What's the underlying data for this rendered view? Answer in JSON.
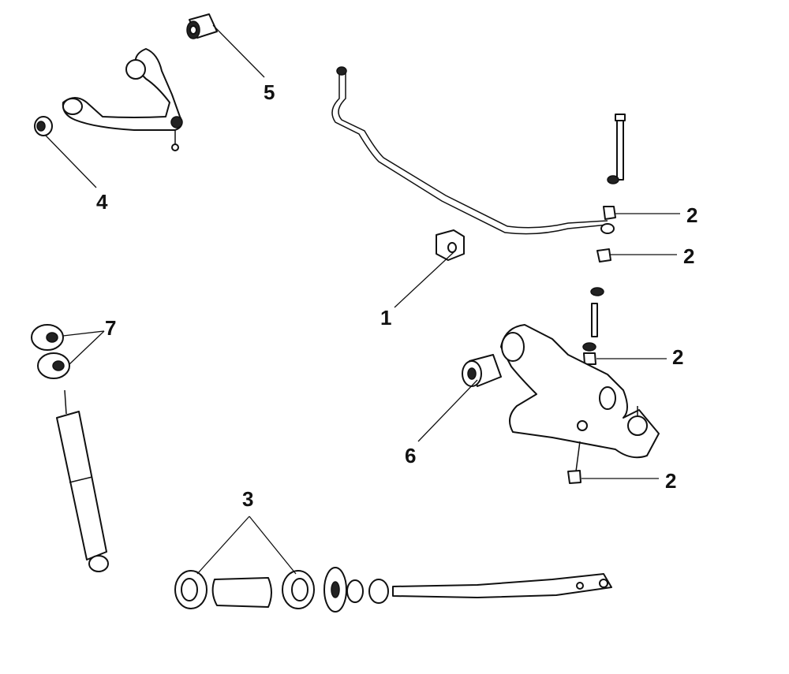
{
  "callouts": {
    "c1": "1",
    "c2a": "2",
    "c2b": "2",
    "c2c": "2",
    "c2d": "2",
    "c3": "3",
    "c4": "4",
    "c5": "5",
    "c6": "6",
    "c7": "7"
  }
}
